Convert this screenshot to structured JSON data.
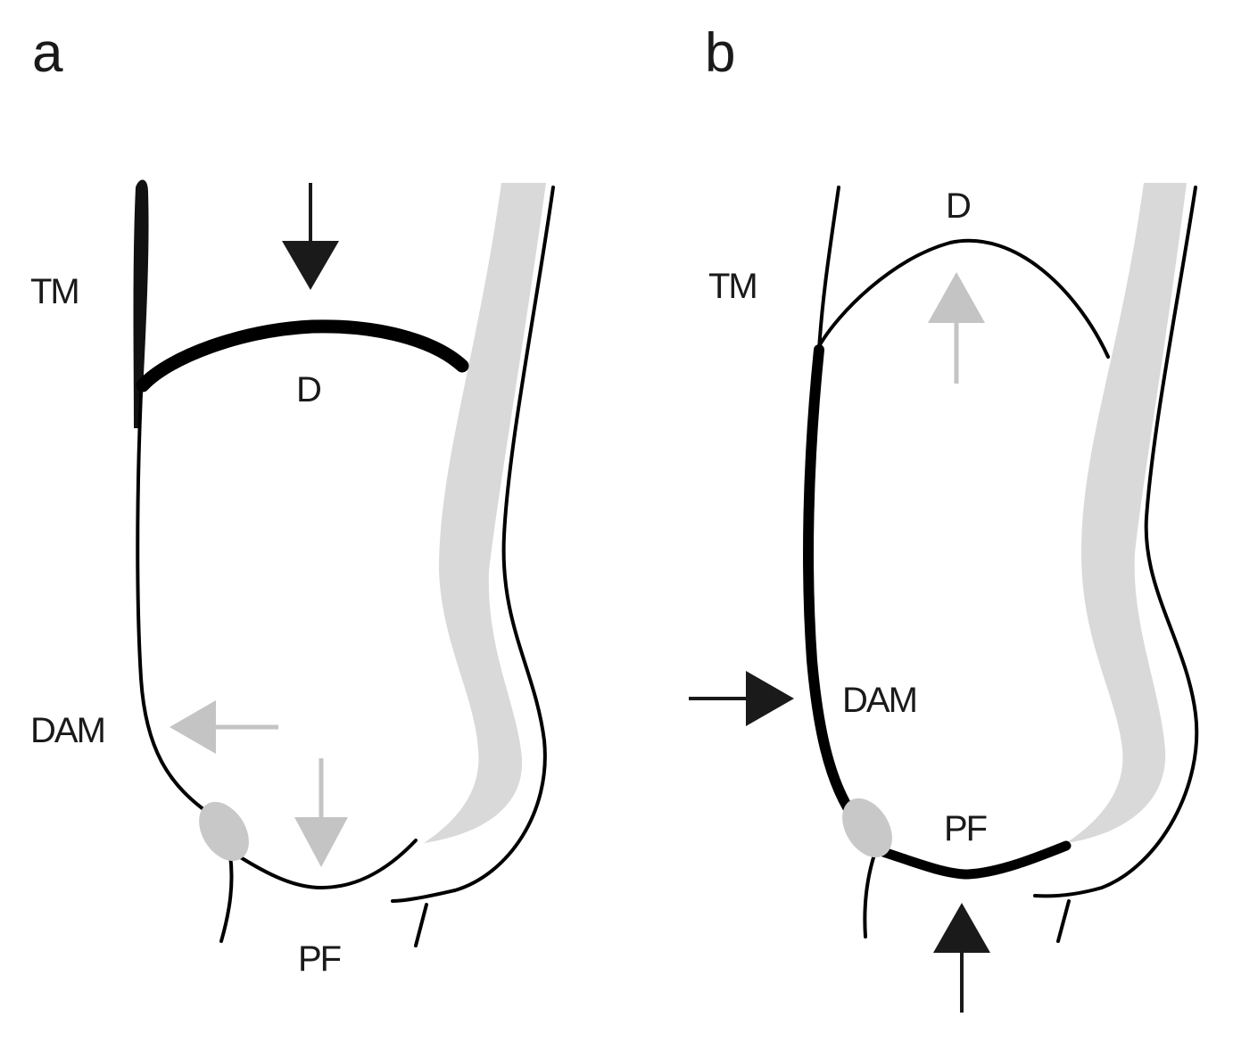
{
  "panels": [
    {
      "letter": "a",
      "labels": {
        "tm": "TM",
        "d": "D",
        "dam": "DAM",
        "pf": "PF"
      }
    },
    {
      "letter": "b",
      "labels": {
        "tm": "TM",
        "d": "D",
        "dam": "DAM",
        "pf": "PF"
      }
    }
  ],
  "colors": {
    "outline": "#000000",
    "arrow_dark": "#1a1a1a",
    "arrow_light": "#c4c4c4",
    "band": "#d9d9d9",
    "nodule": "#c8c8c8"
  }
}
